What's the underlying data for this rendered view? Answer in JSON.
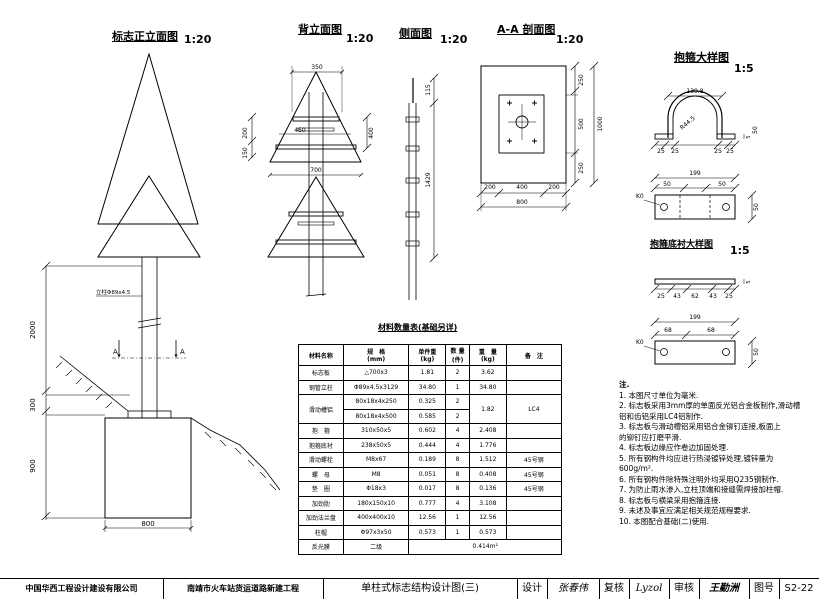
{
  "titles": {
    "front": "标志正立面图",
    "back": "背立面图",
    "side": "侧面图",
    "section": "A-A 剖面图",
    "clamp": "抱箍大样图",
    "clamp_liner": "抱箍底衬大样图",
    "scale_20": "1:20",
    "scale_5": "1:5"
  },
  "dims": {
    "front_2000": "2000",
    "front_300": "300",
    "front_900": "900",
    "front_800": "800",
    "front_pipe": "立柱Φ89x4.5",
    "front_a": "A",
    "back_350": "350",
    "back_450": "450",
    "back_700": "700",
    "back_200": "200",
    "back_150": "150",
    "back_400": "400",
    "side_115": "115",
    "side_1429": "1429",
    "sec_250a": "250",
    "sec_500": "500",
    "sec_250b": "250",
    "sec_1000": "1000",
    "sec_200a": "200",
    "sec_400": "400",
    "sec_200b": "200",
    "sec_800": "800",
    "clamp_139": "139.8",
    "clamp_r": "R44.5",
    "clamp_25a": "25",
    "clamp_25b": "25",
    "clamp_25c": "25",
    "clamp_25d": "25",
    "clamp_5": "5",
    "clamp_50": "50",
    "clamp_199": "199",
    "clamp_50a": "50",
    "clamp_50b": "50",
    "clamp_k0": "K0",
    "clamp_50c": "50",
    "liner_25a": "25",
    "liner_43a": "43",
    "liner_62": "62",
    "liner_43b": "43",
    "liner_25b": "25",
    "liner_5": "5",
    "liner_199": "199",
    "liner_68a": "68",
    "liner_68b": "68",
    "liner_k0": "K0",
    "liner_50": "50"
  },
  "materials": {
    "title": "材料数量表(基础另详)",
    "headers": [
      "材料名称",
      "规　格\n(mm)",
      "单件重\n(kg)",
      "数 量\n(件)",
      "重　量\n(kg)",
      "备　注"
    ],
    "rows": [
      [
        "标志板",
        "△700x3",
        "1.81",
        "2",
        "3.62",
        ""
      ],
      [
        "钢管立柱",
        "Φ89x4.5x3129",
        "34.80",
        "1",
        "34.80",
        ""
      ],
      [
        "滑动槽铝",
        "80x18x4x250",
        "0.325",
        "2",
        "1.82",
        "LC4"
      ],
      [
        "",
        "80x18x4x500",
        "0.585",
        "2",
        "",
        ""
      ],
      [
        "抱　箍",
        "310x50x5",
        "0.602",
        "4",
        "2.408",
        ""
      ],
      [
        "抱箍底衬",
        "238x50x5",
        "0.444",
        "4",
        "1.776",
        ""
      ],
      [
        "滑动螺栓",
        "M8x67",
        "0.189",
        "8",
        "1.512",
        "45号钢"
      ],
      [
        "螺　母",
        "M8",
        "0.051",
        "8",
        "0.408",
        "45号钢"
      ],
      [
        "垫　圈",
        "Φ18x3",
        "0.017",
        "8",
        "0.136",
        "45号钢"
      ],
      [
        "加劲肋",
        "180x150x10",
        "0.777",
        "4",
        "3.108",
        ""
      ],
      [
        "加劲法兰盘",
        "400x400x10",
        "12.56",
        "1",
        "12.56",
        ""
      ],
      [
        "柱帽",
        "Φ97x3x50",
        "0.573",
        "1",
        "0.573",
        ""
      ],
      [
        "反光膜",
        "二级",
        "0.414m²",
        "",
        "",
        ""
      ]
    ]
  },
  "notes": [
    "注.",
    "1. 本图尺寸单位为毫米.",
    "2. 标志板采用3mm厚的单面反光铝合金板制作,滑动槽",
    "   铝和齿铝采用LC4铝制作.",
    "3. 标志板与滑动槽铝采用铝合金铆钉连接,板面上",
    "   的铆钉应打磨平滑.",
    "4. 标志板边缘应作卷边加固处理.",
    "5. 所有钢构件均应进行热浸镀锌处理,镀锌量为",
    "   600g/m².",
    "6. 所有钢构件除特殊注明外均采用Q235钢制作.",
    "7. 为防止雨水渗入,立柱顶端和接缝需焊接加柱帽.",
    "8. 标志板与横梁采用抱箍连接.",
    "9. 未述及事宜应满足相关规范规程要求.",
    "10. 本图配合基础(二)使用."
  ],
  "footer": {
    "company": "中国华西工程设计建设有限公司",
    "project": "南靖市火车站货运道路新建工程",
    "drawing_title": "单柱式标志结构设计图(三)",
    "design_label": "设计",
    "design_sig": "张春伟",
    "review_label": "复核",
    "review_sig": "Lyzol",
    "audit_label": "审核",
    "audit_sig": "王勤洲",
    "number_label": "图号",
    "number": "S2-22"
  }
}
